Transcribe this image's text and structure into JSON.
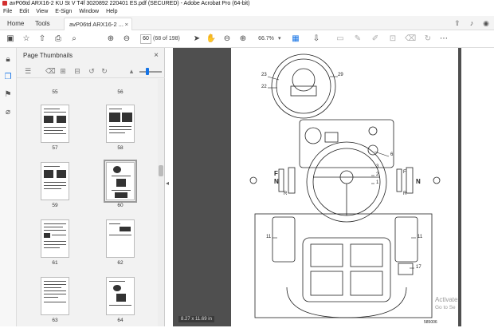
{
  "window": {
    "title": "avP06td ARX16-2 KU St V T4f 3020892 220401 ES.pdf (SECURED) - Adobe Acrobat Pro (64-bit)"
  },
  "menu": [
    "File",
    "Edit",
    "View",
    "E-Sign",
    "Window",
    "Help"
  ],
  "tabs": {
    "home": "Home",
    "tools": "Tools",
    "document": "avP06td ARX16-2 ...",
    "document_close": "×"
  },
  "toolbar": {
    "page_current": "60",
    "page_of": "(68 of 198)",
    "zoom": "66.7%"
  },
  "panel": {
    "title": "Page Thumbnails",
    "close": "×"
  },
  "thumbnails": [
    {
      "label": "55"
    },
    {
      "label": "56"
    },
    {
      "label": "57"
    },
    {
      "label": "58"
    },
    {
      "label": "59"
    },
    {
      "label": "60"
    },
    {
      "label": "61"
    },
    {
      "label": "62"
    },
    {
      "label": "63"
    },
    {
      "label": "64"
    }
  ],
  "document_page": {
    "callouts": [
      "23",
      "22",
      "29",
      "6",
      "3",
      "2",
      "1",
      "11",
      "11",
      "17"
    ],
    "letters": [
      "N",
      "F",
      "R",
      "F",
      "N",
      "R"
    ],
    "code": "585006"
  },
  "status": {
    "page_size": "8.27 x 11.69 in"
  },
  "watermark": {
    "line1": "Activate",
    "line2": "Go to Se"
  },
  "icons": {
    "home": "home-icon",
    "bookmark": "star-icon"
  }
}
